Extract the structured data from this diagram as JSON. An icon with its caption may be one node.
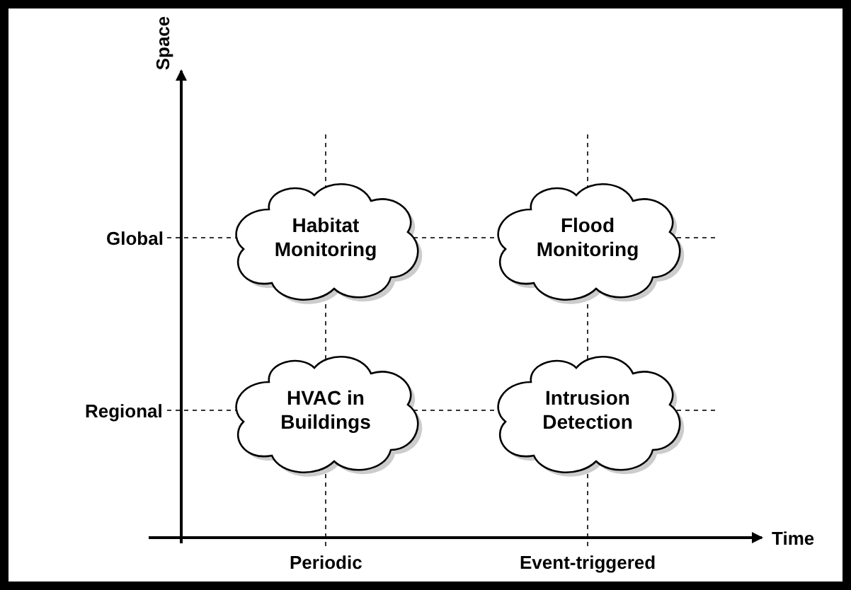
{
  "diagram": {
    "nodes": [
      {
        "text": [
          "Habitat Monitoring"
        ]
      },
      {
        "text": [
          "Flood Monitoring"
        ]
      },
      {
        "text": [
          "HVAC in Buildings"
        ]
      },
      {
        "text": [
          "Intrusion Detection"
        ]
      }
    ],
    "labels": [
      "Space",
      "Global",
      "Regional",
      "Time",
      "Periodic",
      "Event-triggered"
    ]
  }
}
